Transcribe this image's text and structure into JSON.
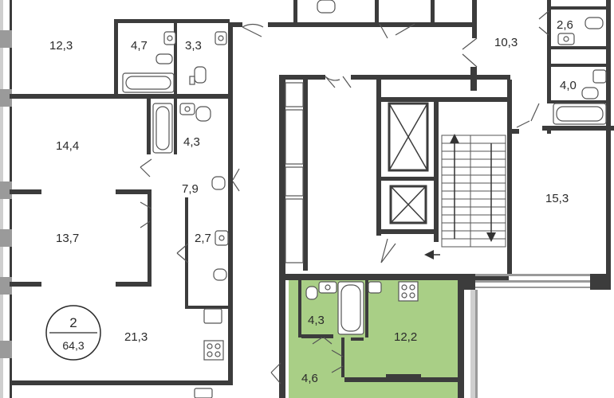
{
  "colors": {
    "wall": "#3c3c3c",
    "highlight": "#a9cf86",
    "background": "#ffffff"
  },
  "rooms": {
    "r_12_3": "12,3",
    "r_4_7": "4,7",
    "r_3_3": "3,3",
    "r_4_3_top": "4,3",
    "r_14_4": "14,4",
    "r_7_9": "7,9",
    "r_13_7": "13,7",
    "r_2_7": "2,7",
    "r_21_3": "21,3",
    "r_2_6": "2,6",
    "r_10_3": "10,3",
    "r_4_0": "4,0",
    "r_15_3": "15,3",
    "r_4_3_sel": "4,3",
    "r_12_2": "12,2",
    "r_4_6": "4,6"
  },
  "apartment_badge": {
    "rooms_count": "2",
    "total_area": "64,3"
  },
  "icons": [
    "stairs-icon",
    "elevator-icon",
    "bathtub-icon",
    "toilet-icon",
    "sink-icon",
    "stove-icon",
    "door-swing-icon"
  ]
}
